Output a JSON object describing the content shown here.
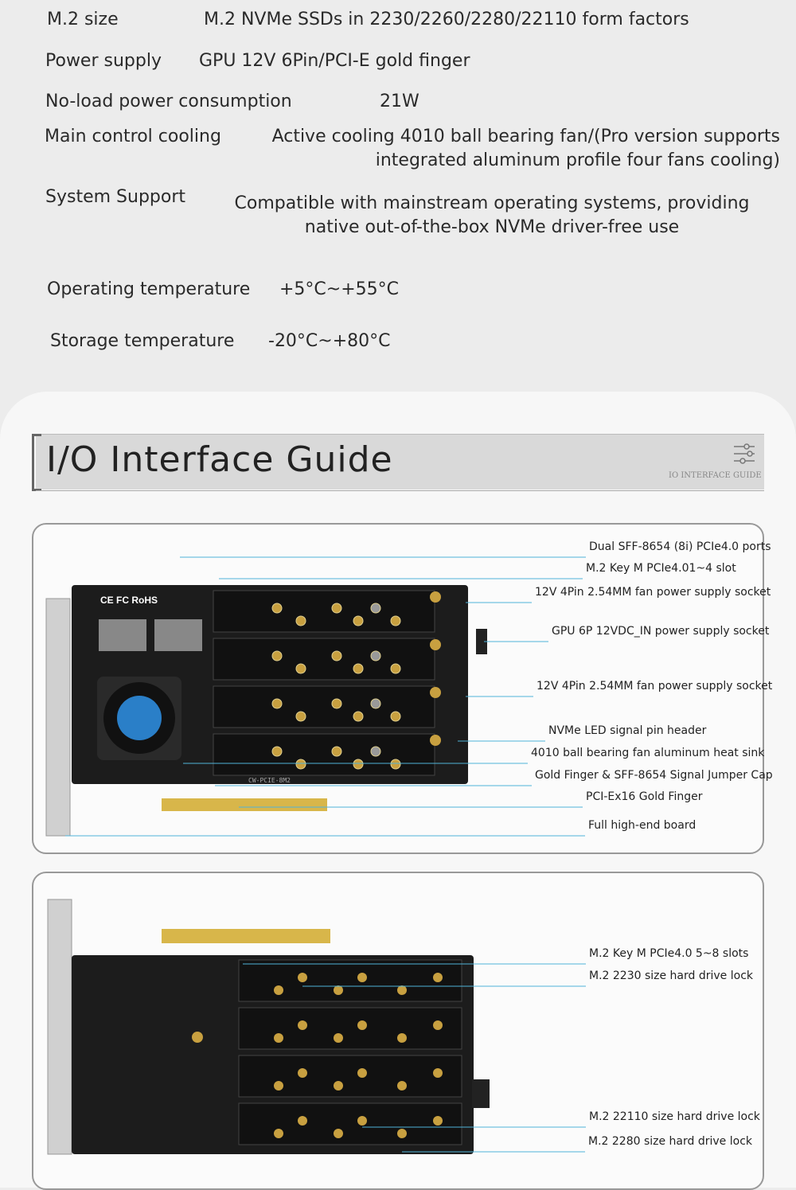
{
  "specs": [
    {
      "label": "M.2 size",
      "value": "M.2 NVMe SSDs in 2230/2260/2280/22110 form factors"
    },
    {
      "label": "Power supply",
      "value": "GPU 12V 6Pin/PCI-E gold finger"
    },
    {
      "label": "No-load power consumption",
      "value": "21W"
    },
    {
      "label": "Main control cooling",
      "value": [
        "Active cooling 4010 ball bearing fan/(Pro version supports",
        "integrated aluminum profile four fans cooling)"
      ]
    },
    {
      "label": "System Support",
      "value": [
        "Compatible with mainstream operating systems, providing",
        "native out-of-the-box NVMe driver-free use"
      ]
    },
    {
      "label": "Operating temperature",
      "value": "+5°C~+55°C"
    },
    {
      "label": "Storage temperature",
      "value": "-20°C~+80°C"
    }
  ],
  "section": {
    "title": "I/O Interface Guide",
    "subtitle": "IO INTERFACE GUIDE"
  },
  "front_callouts": [
    "Dual SFF-8654 (8i) PCIe4.0 ports",
    "M.2 Key M PCIe4.01~4 slot",
    "12V 4Pin 2.54MM fan power supply socket",
    "GPU 6P 12VDC_IN power supply socket",
    "12V 4Pin 2.54MM fan power supply socket",
    "NVMe LED signal pin header",
    "4010 ball bearing fan aluminum heat sink",
    "Gold Finger & SFF-8654 Signal Jumper Cap",
    "PCI-Ex16 Gold Finger",
    "Full high-end board"
  ],
  "back_callouts": [
    "M.2 Key M PCIe4.0 5~8 slots",
    "M.2 2230 size hard drive lock",
    "M.2 22110 size hard drive lock",
    "M.2 2280 size hard drive lock"
  ],
  "board": {
    "marks": "CE FC RoHS",
    "model": "CW-PCIE-8M2"
  },
  "colors": {
    "callout_line": "#4fb3d9",
    "pcb": "#1c1c1c",
    "gold": "#d8b64a"
  }
}
